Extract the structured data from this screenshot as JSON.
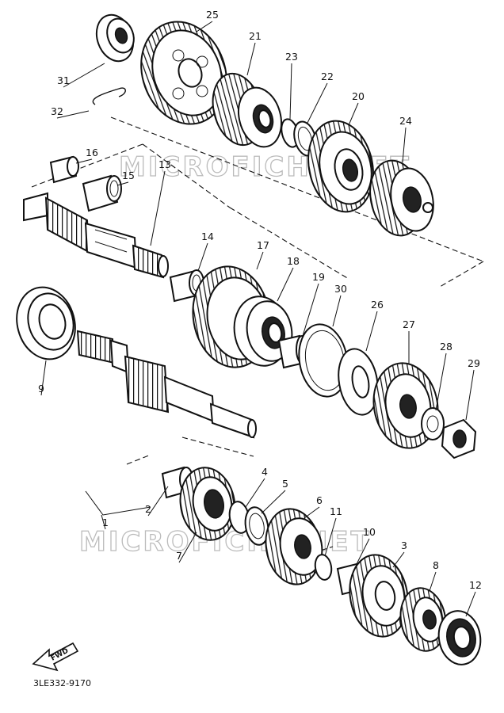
{
  "watermarks": [
    "MICROFICHE.NET",
    "MICROFICHE.NET"
  ],
  "figure_code": "3LE332-9170",
  "direction_arrow": "FWD",
  "part_labels": [
    "25",
    "21",
    "23",
    "22",
    "20",
    "24",
    "31",
    "32",
    "16",
    "13",
    "15",
    "14",
    "17",
    "18",
    "19",
    "30",
    "26",
    "27",
    "28",
    "29",
    "9",
    "4",
    "5",
    "6",
    "11",
    "10",
    "3",
    "8",
    "12",
    "2",
    "1",
    "7"
  ],
  "colors": {
    "ink": "#111111",
    "watermark": "#bbbbbb",
    "background": "#ffffff"
  }
}
